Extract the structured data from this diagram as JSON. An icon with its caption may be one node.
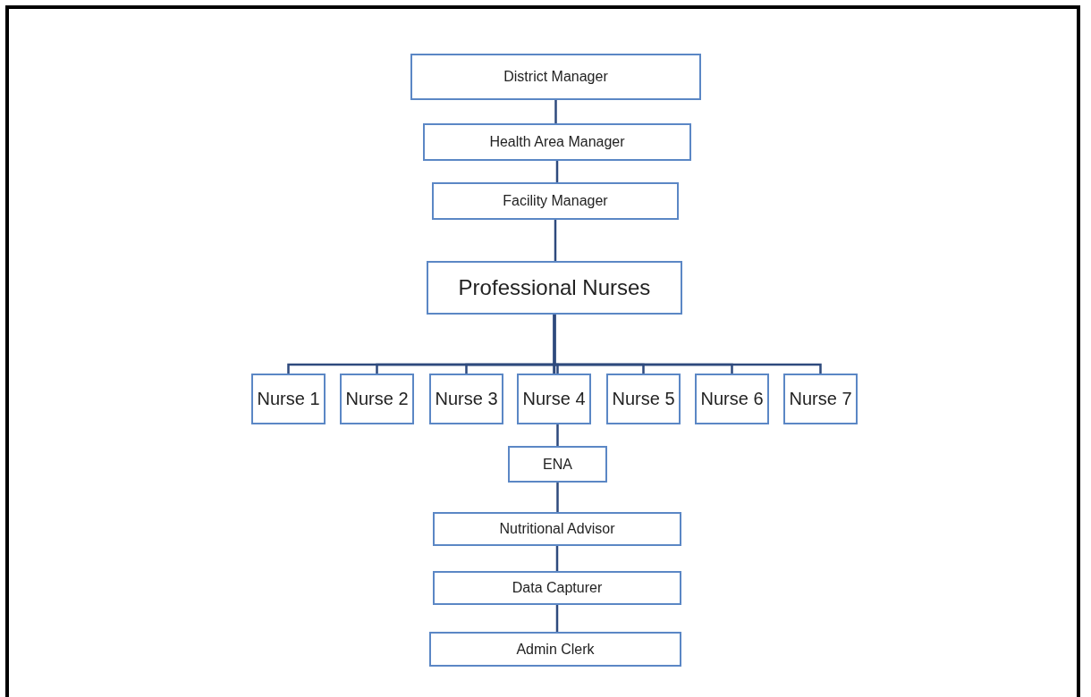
{
  "diagram": {
    "nodes": [
      {
        "text": [
          "District Manager"
        ]
      },
      {
        "text": [
          "Health Area Manager"
        ]
      },
      {
        "text": [
          "Facility Manager"
        ]
      },
      {
        "text": [
          "Professional Nurses"
        ]
      },
      {
        "text": [
          "Nurse 1"
        ]
      },
      {
        "text": [
          "Nurse 2"
        ]
      },
      {
        "text": [
          "Nurse 3"
        ]
      },
      {
        "text": [
          "Nurse 4"
        ]
      },
      {
        "text": [
          "Nurse 5"
        ]
      },
      {
        "text": [
          "Nurse 6"
        ]
      },
      {
        "text": [
          "Nurse 7"
        ]
      },
      {
        "text": [
          "ENA"
        ]
      },
      {
        "text": [
          "Nutritional Advisor"
        ]
      },
      {
        "text": [
          "Data Capturer"
        ]
      },
      {
        "text": [
          "Admin Clerk"
        ]
      }
    ],
    "edges": [
      {
        "from": 0,
        "to": 1,
        "arrow": "none"
      },
      {
        "from": 1,
        "to": 2,
        "arrow": "none"
      },
      {
        "from": 2,
        "to": 3,
        "arrow": "none"
      },
      {
        "from": 3,
        "to": 4,
        "arrow": "none"
      },
      {
        "from": 3,
        "to": 5,
        "arrow": "none"
      },
      {
        "from": 3,
        "to": 6,
        "arrow": "none"
      },
      {
        "from": 3,
        "to": 7,
        "arrow": "none"
      },
      {
        "from": 3,
        "to": 8,
        "arrow": "none"
      },
      {
        "from": 3,
        "to": 9,
        "arrow": "none"
      },
      {
        "from": 3,
        "to": 10,
        "arrow": "none"
      },
      {
        "from": 7,
        "to": 11,
        "arrow": "none"
      },
      {
        "from": 11,
        "to": 12,
        "arrow": "none"
      },
      {
        "from": 12,
        "to": 13,
        "arrow": "none"
      },
      {
        "from": 13,
        "to": 14,
        "arrow": "none"
      }
    ]
  }
}
